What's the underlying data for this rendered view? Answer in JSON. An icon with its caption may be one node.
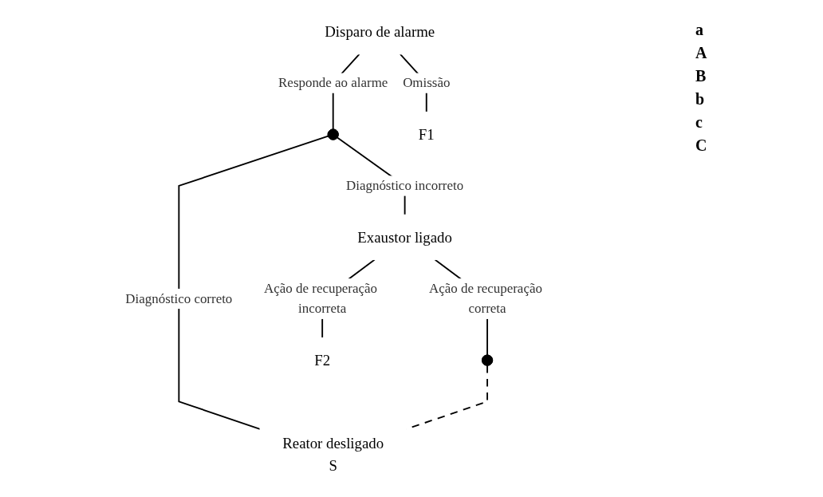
{
  "diagram": {
    "nodes": [
      {
        "text": [
          "Disparo de alarme"
        ]
      },
      {
        "text": [],
        "shape": "circle"
      },
      {
        "text": [
          "F1"
        ]
      },
      {
        "text": [
          "Exaustor ligado"
        ]
      },
      {
        "text": [],
        "shape": "circle"
      },
      {
        "text": [
          "Reator desligado",
          "S"
        ]
      },
      {
        "text": [
          "F2"
        ]
      }
    ],
    "edges": [
      {
        "from": 0,
        "to": 1,
        "arrow": "none",
        "label": "Responde ao alarme"
      },
      {
        "from": 0,
        "to": 2,
        "arrow": "none",
        "label": "Omissão"
      },
      {
        "from": 1,
        "to": 5,
        "arrow": "none",
        "label": "Diagnóstico correto"
      },
      {
        "from": 1,
        "to": 3,
        "arrow": "none",
        "label": "Diagnóstico incorreto"
      },
      {
        "from": 3,
        "to": 4,
        "arrow": "none",
        "label": "Ação de recuperação correta"
      },
      {
        "from": 3,
        "to": 6,
        "arrow": "none",
        "label": "Ação de recuperação incorreta"
      },
      {
        "from": 4,
        "to": 5,
        "arrow": "none",
        "style": "dashed"
      }
    ],
    "labels": [
      "a",
      "A",
      "B",
      "b",
      "c",
      "C"
    ]
  }
}
